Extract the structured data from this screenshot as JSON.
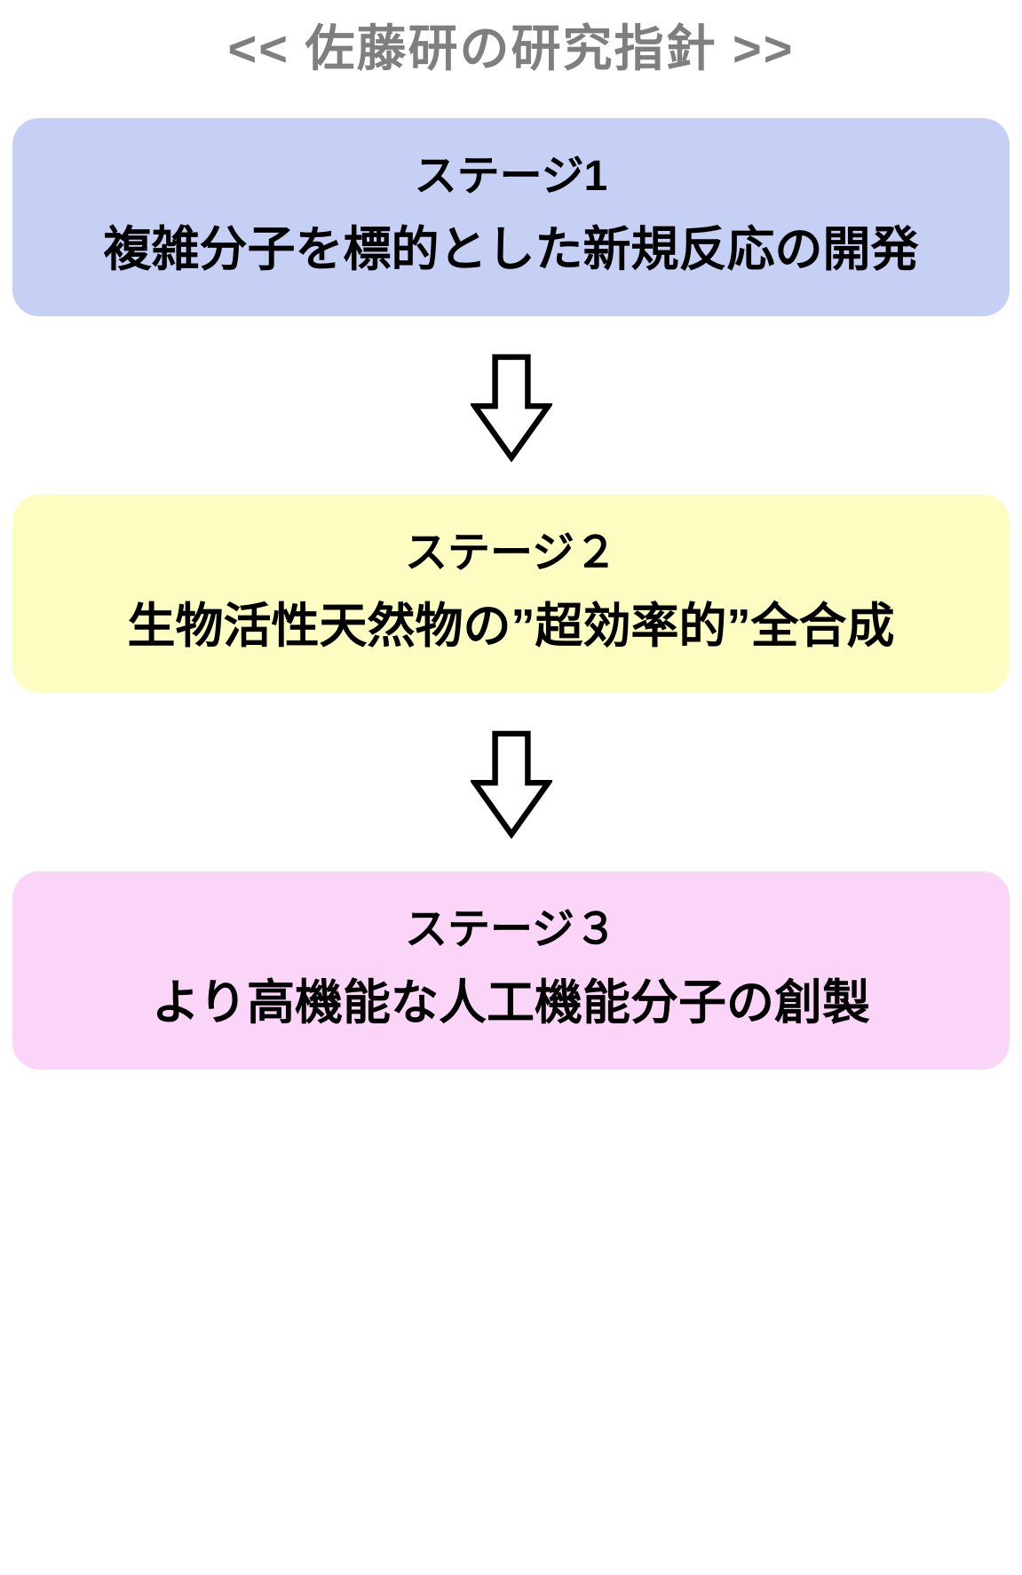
{
  "page": {
    "title": "<< 佐藤研の研究指針 >>"
  },
  "stages": [
    {
      "label": "ステージ1",
      "description": "複雑分子を標的とした新規反応の開発",
      "bg_color": "#c6d0f5"
    },
    {
      "label": "ステージ２",
      "description": "生物活性天然物の”超効率的”全合成",
      "bg_color": "#fdfdc2"
    },
    {
      "label": "ステージ３",
      "description": "より高機能な人工機能分子の創製",
      "bg_color": "#fbd5f8"
    }
  ],
  "arrow": {
    "name": "down-arrow",
    "outline_color": "#000000",
    "fill_color": "#ffffff"
  }
}
